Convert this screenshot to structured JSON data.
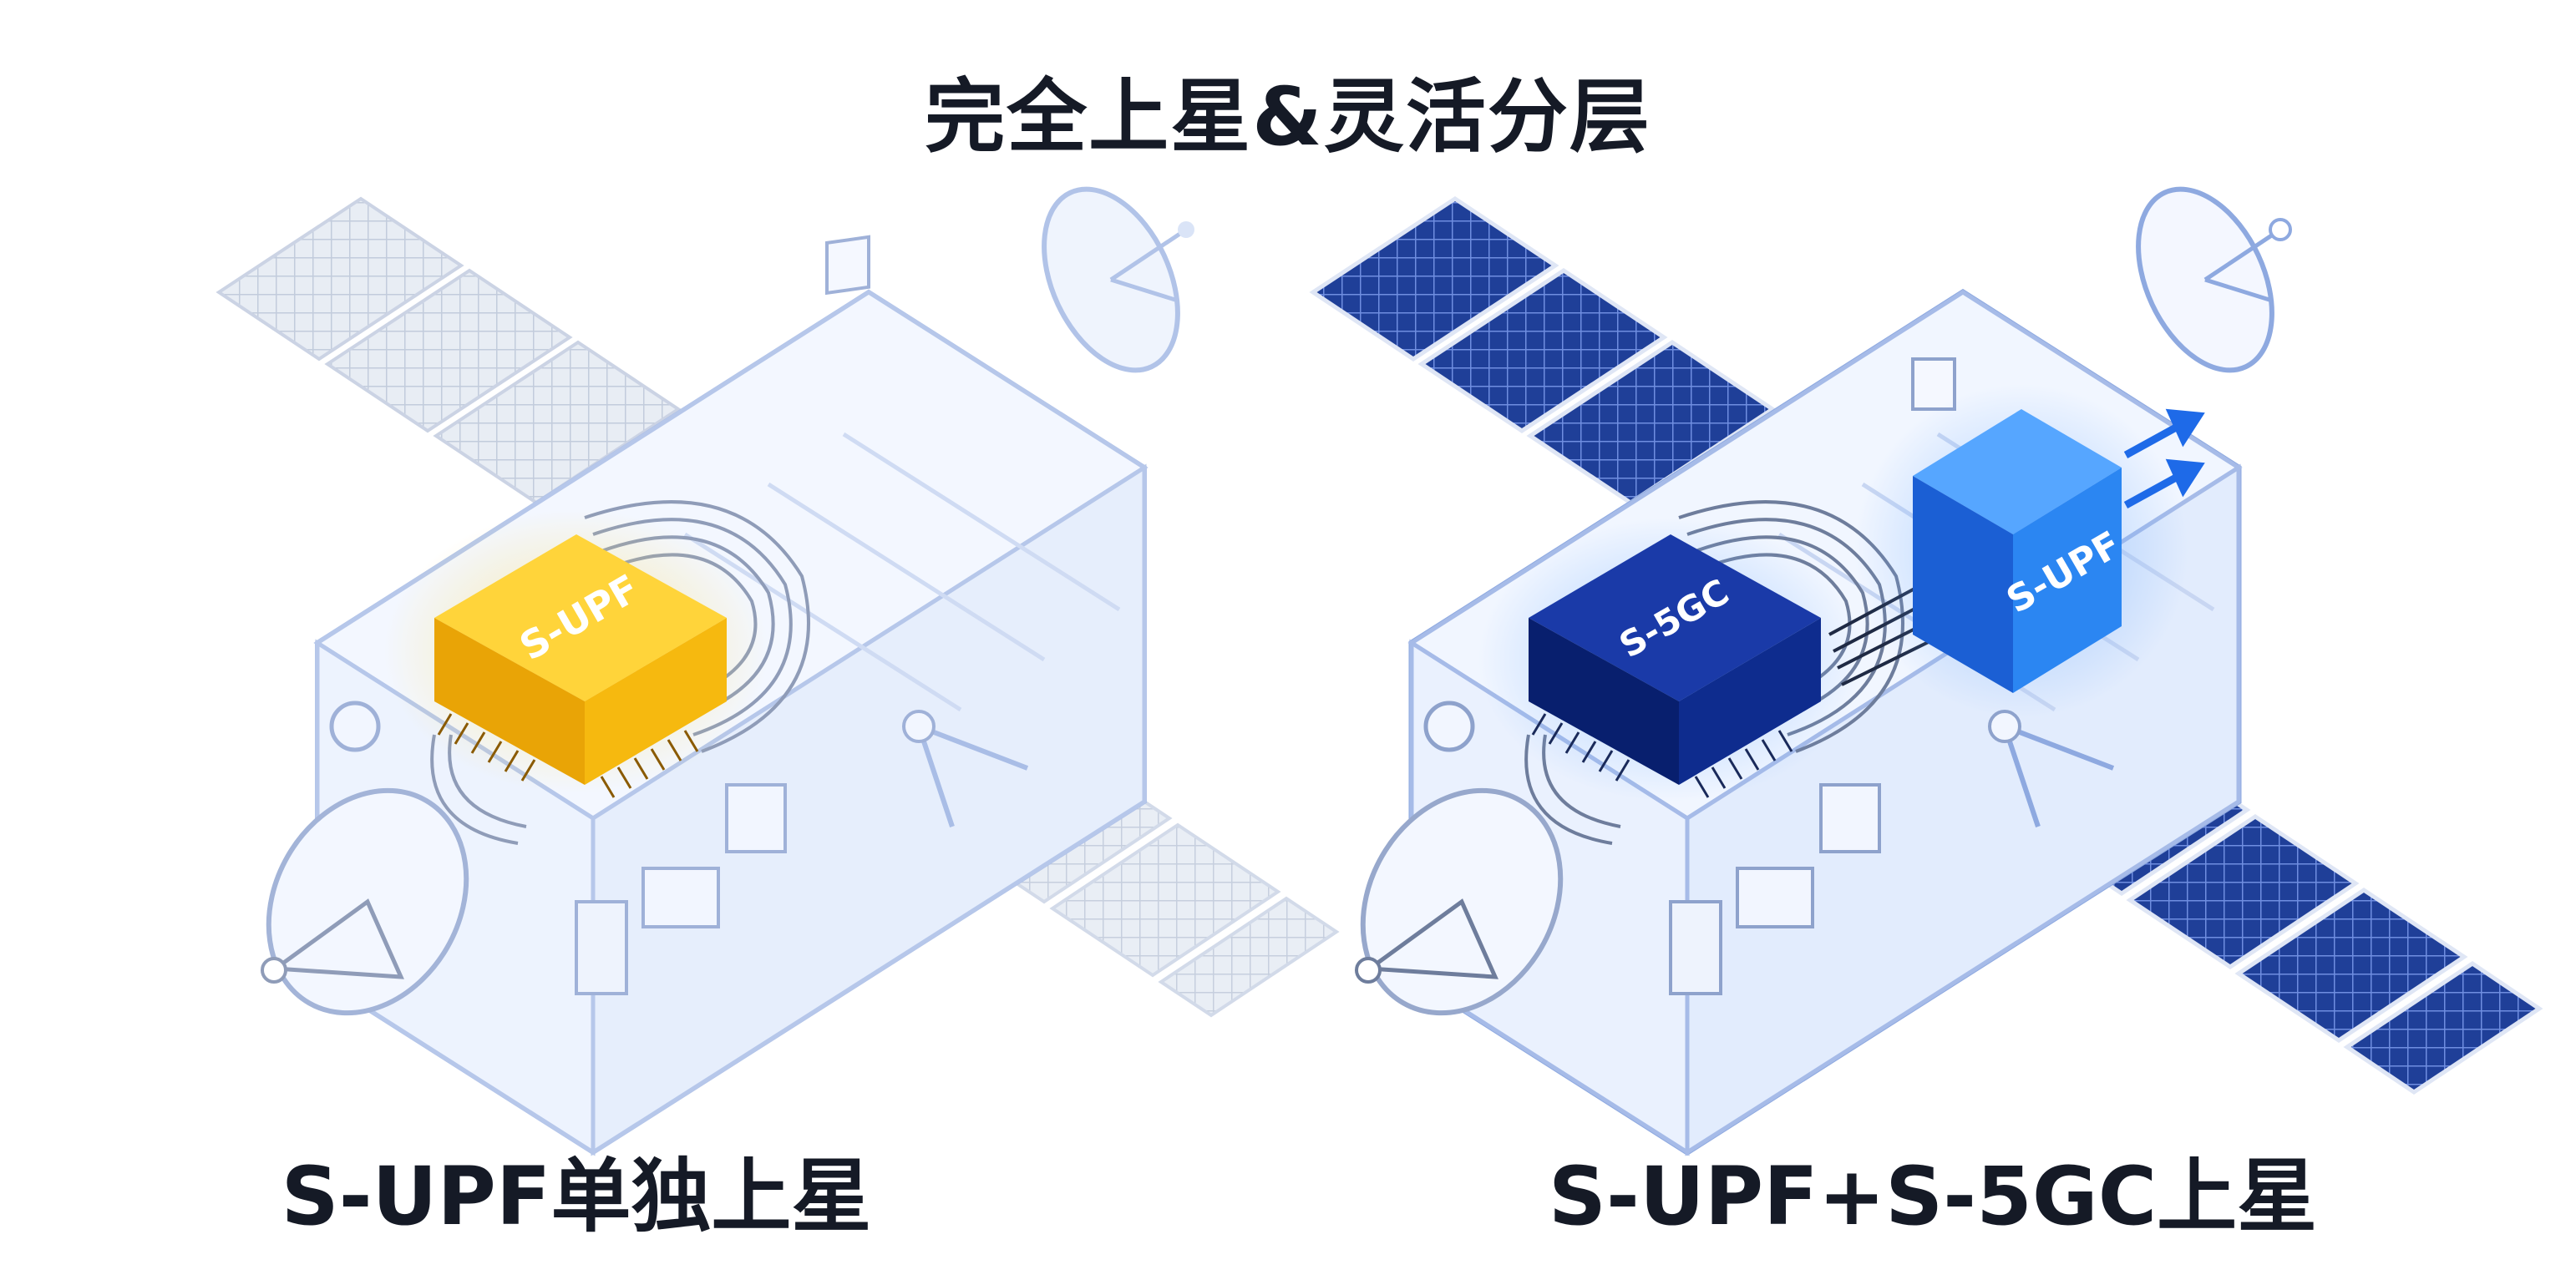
{
  "title": "完全上星&灵活分层",
  "panels": [
    {
      "caption": "S-UPF单独上星",
      "chip_label": "S-UPF",
      "chip_color": "#f2b20d",
      "panel_style": "faded"
    },
    {
      "caption": "S-UPF+S-5GC上星",
      "chip_labels": [
        "S-5GC",
        "S-UPF"
      ],
      "chip_colors": [
        "#0b2a8c",
        "#1e7cf0"
      ],
      "panel_style": "solid"
    }
  ],
  "colors": {
    "title_text": "#151a26",
    "hull_outline": "#9fb6e4",
    "solar_faded": "#c7d2e2",
    "solar_solid": "#22429c",
    "arrow": "#1e6ae8"
  }
}
